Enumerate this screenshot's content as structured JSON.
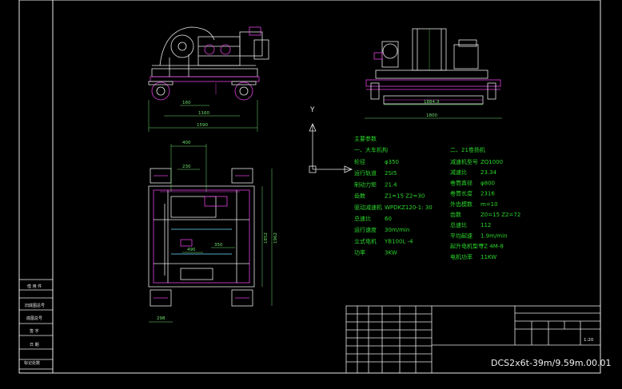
{
  "title_block": {
    "drawing_number": "DCS2x6t-39m/9.59m.00.01",
    "scale": "1:20"
  },
  "side_table": {
    "rows": [
      "借 用 件",
      "旧底图总号",
      "底图总号",
      "签 字",
      "日 期",
      "标记处数"
    ]
  },
  "notes": {
    "header": "主要参数",
    "left_section": {
      "title": "一、大车机构",
      "items": [
        {
          "label": "轮径",
          "value": "φ350"
        },
        {
          "label": "运行轨道",
          "value": "2SI5"
        },
        {
          "label": "制动力矩",
          "value": "21.4"
        },
        {
          "label": "齿数",
          "value": "Z1=15  Z2=30"
        },
        {
          "label": "驱动减速机",
          "value": "WPDKZ120-1: 30"
        },
        {
          "label": "总速比",
          "value": "60"
        },
        {
          "label": "运行速度",
          "value": "30m/min"
        },
        {
          "label": "立式电机",
          "value": "YB100L -4"
        },
        {
          "label": "功率",
          "value": "3KW"
        }
      ]
    },
    "right_section": {
      "title": "二、21卷扬机",
      "items": [
        {
          "label": "减速机型号",
          "value": "ZQ1000"
        },
        {
          "label": "减速比",
          "value": "23.34"
        },
        {
          "label": "卷筒直径",
          "value": "φ800"
        },
        {
          "label": "卷筒长度",
          "value": "2316"
        },
        {
          "label": "外齿模数",
          "value": "m=10"
        },
        {
          "label": "齿数",
          "value": "Z0=15  Z2=72"
        },
        {
          "label": "总速比",
          "value": "112"
        },
        {
          "label": "平均起速",
          "value": "1.9m/min"
        },
        {
          "label": "起升电机型号",
          "value": "YZ 4M-8"
        },
        {
          "label": "电机功率",
          "value": "11KW"
        }
      ]
    }
  },
  "dimensions": {
    "front_view": [
      "1590",
      "1160",
      "160"
    ],
    "side_view": [
      "1884.3",
      "1800"
    ],
    "plan_view": [
      "400",
      "230",
      "490",
      "350",
      "1852",
      "1962",
      "298"
    ]
  },
  "ucs": {
    "y_label": "Y"
  }
}
